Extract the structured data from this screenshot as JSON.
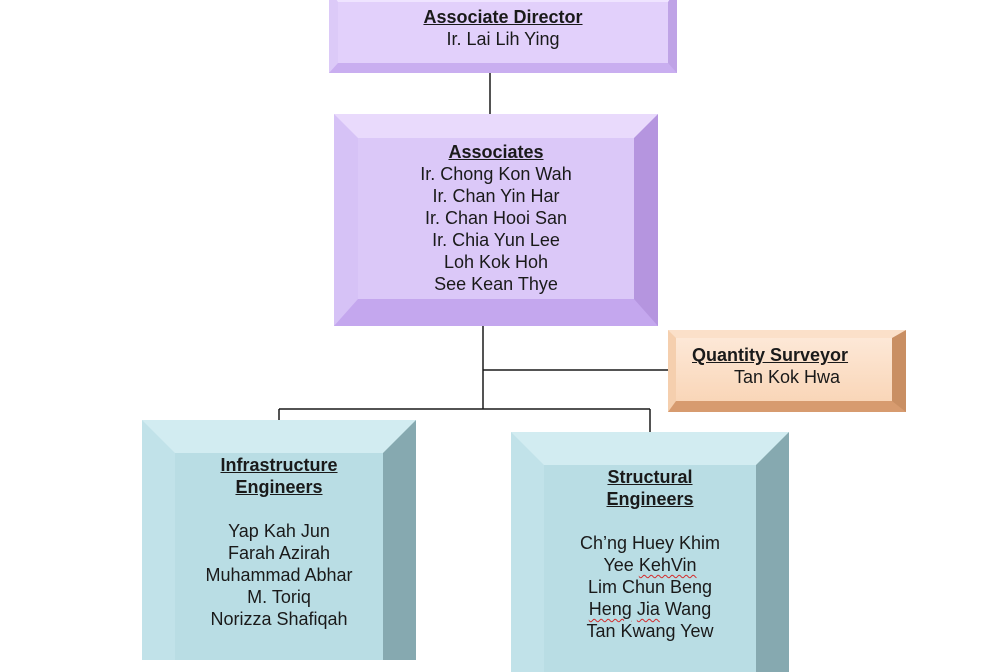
{
  "associate_director": {
    "title": "Associate Director",
    "members": [
      "Ir. Lai Lih Ying"
    ]
  },
  "associates": {
    "title": "Associates",
    "members": [
      "Ir. Chong Kon Wah",
      "Ir. Chan Yin Har",
      "Ir. Chan Hooi San",
      "Ir. Chia Yun Lee",
      "Loh Kok Hoh",
      "See Kean Thye"
    ]
  },
  "quantity_surveyor": {
    "title": "Quantity Surveyor",
    "members": [
      "Tan Kok Hwa"
    ]
  },
  "infrastructure": {
    "title_line1": "Infrastructure",
    "title_line2": "Engineers",
    "members": [
      "Yap Kah Jun",
      "Farah Azirah",
      "Muhammad Abhar",
      "M. Toriq",
      "Norizza Shafiqah"
    ]
  },
  "structural": {
    "title_line1": "Structural",
    "title_line2": "Engineers",
    "members": [
      "Ch’ng Huey Khim",
      "Yee",
      "KehVin",
      "Lim Chun Beng",
      "Heng",
      "Jia",
      "Wang",
      "Tan Kwang Yew"
    ]
  },
  "colors": {
    "purple_box": "#dbc8f8",
    "orange_box": "#f9d6b8",
    "teal_box": "#b9dde4",
    "connector": "#1a1a1a",
    "spellcheck": "#d32b2b"
  }
}
